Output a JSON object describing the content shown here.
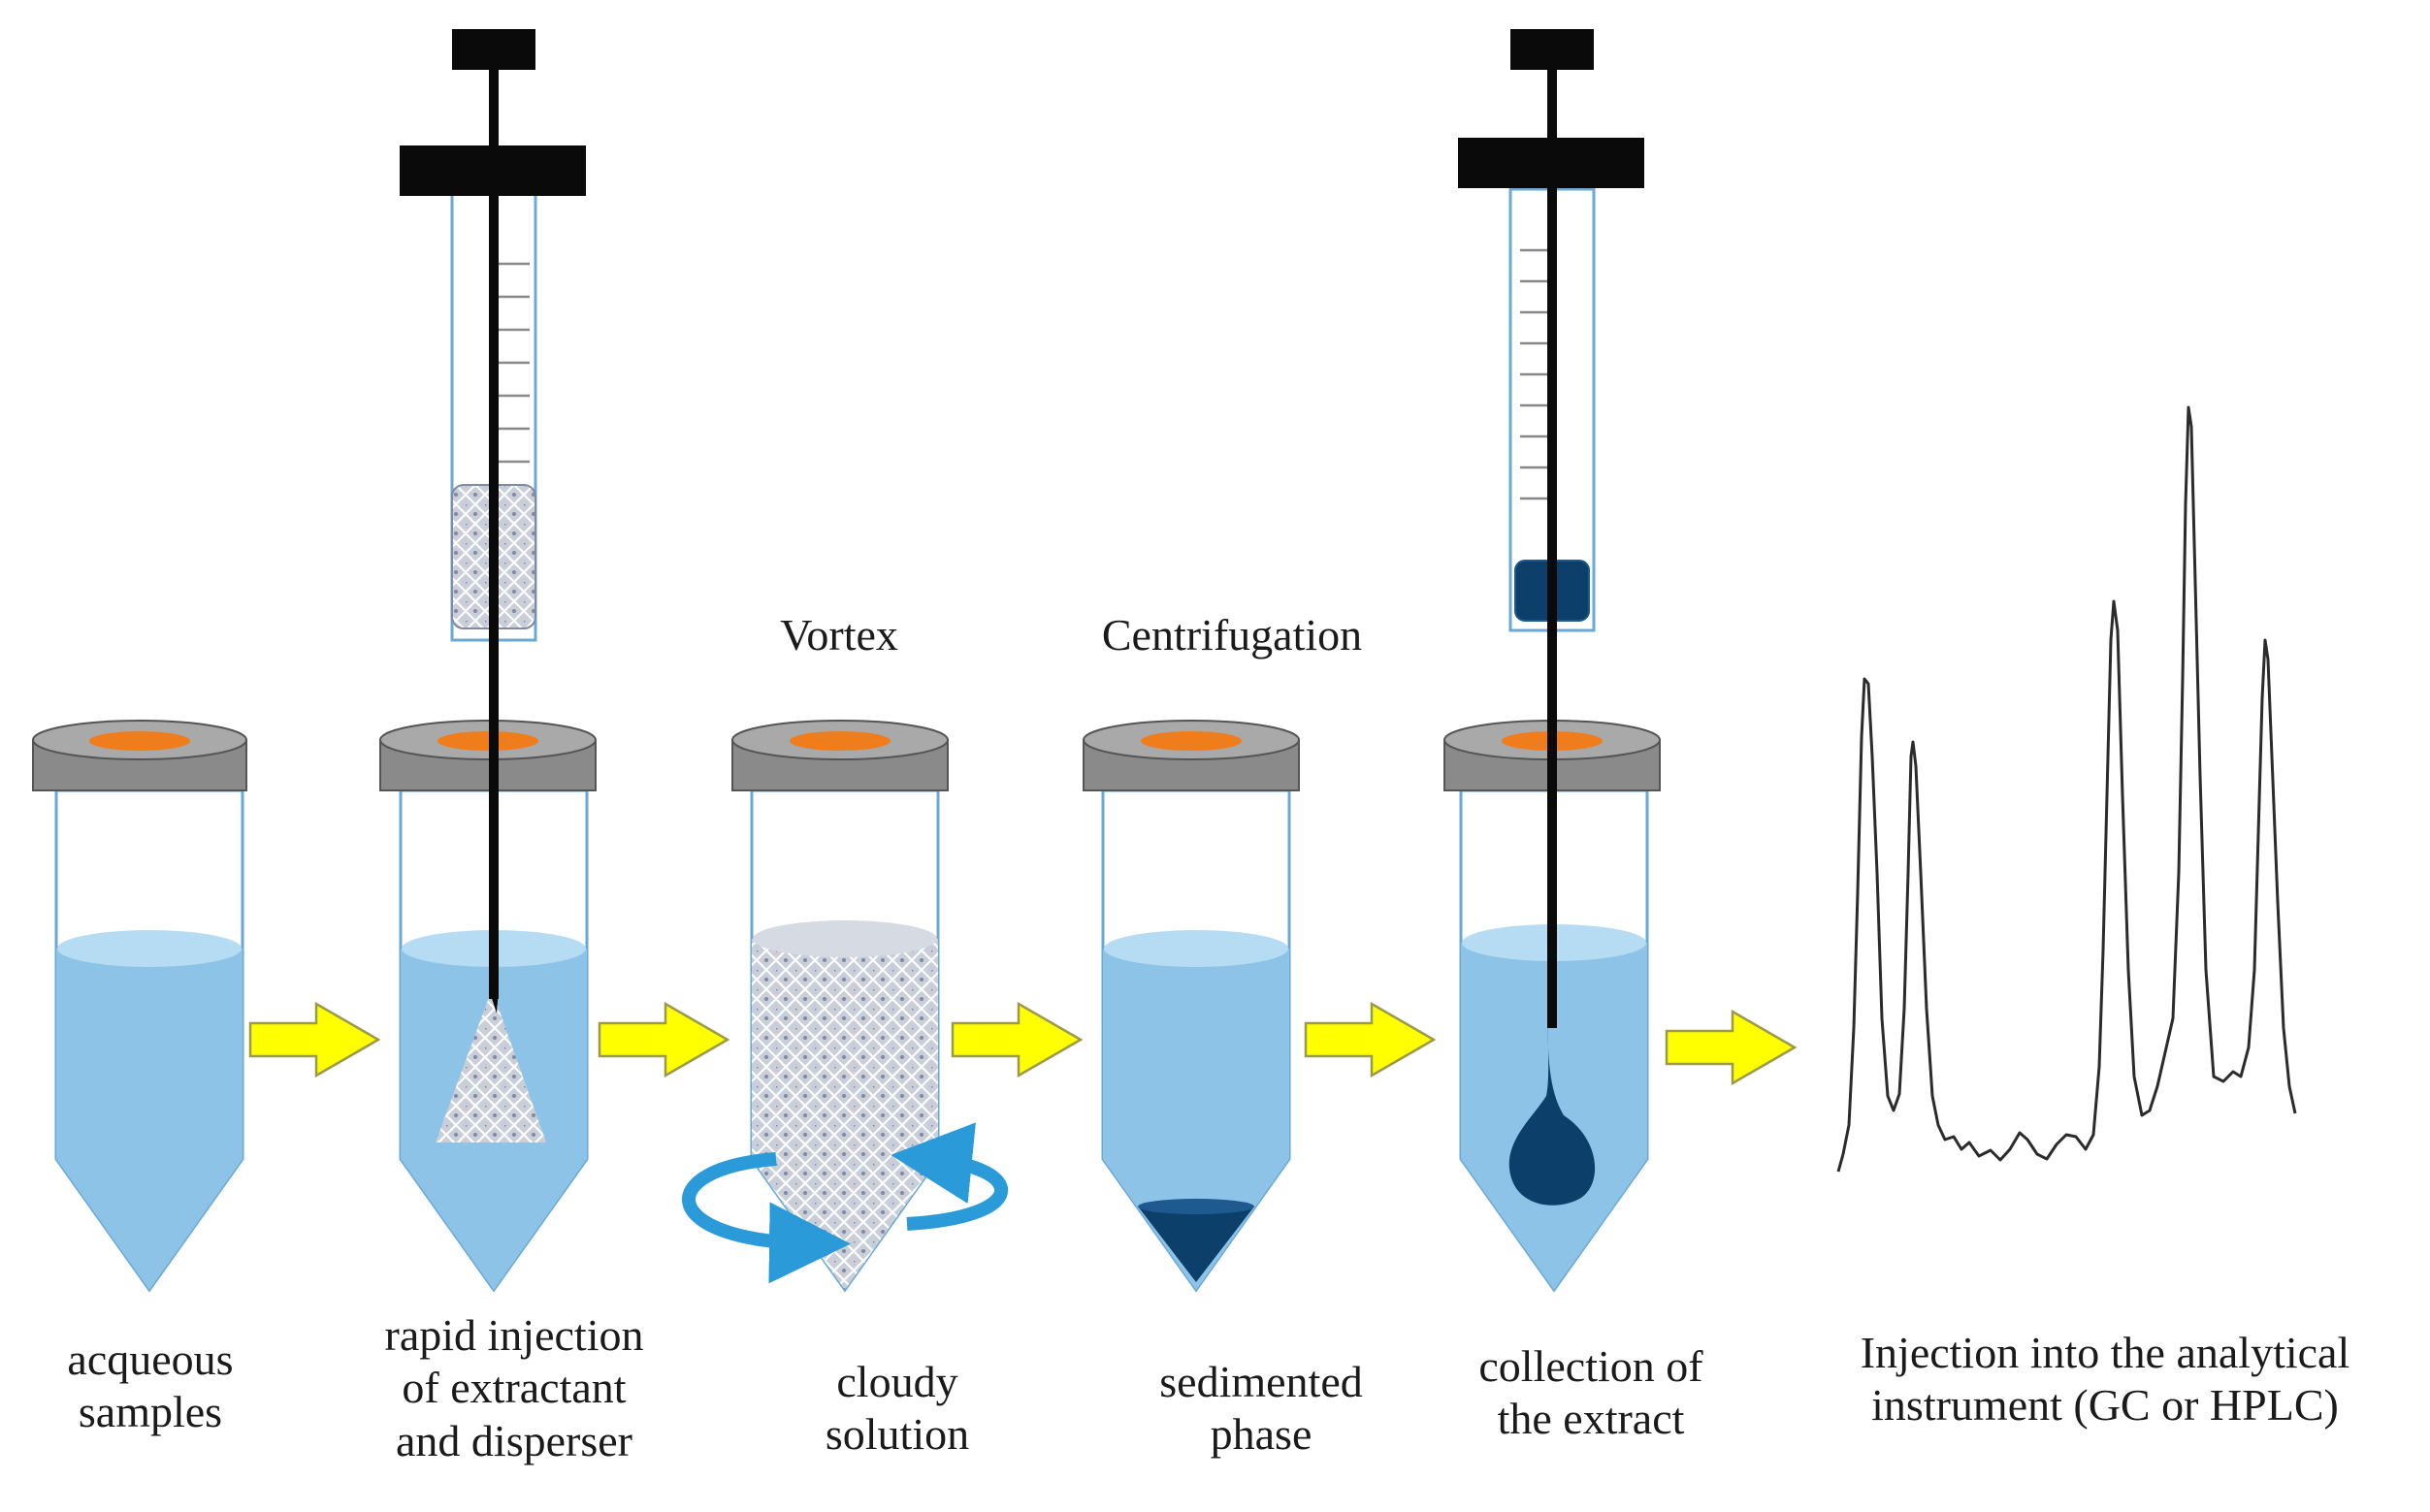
{
  "diagram": {
    "step_titles": {
      "vortex": "Vortex",
      "centrifugation": "Centrifugation"
    },
    "captions": {
      "step1": "acqueous\nsamples",
      "step2": "rapid injection\nof extractant\nand disperser",
      "step3": "cloudy\nsolution",
      "step4": "sedimented\nphase",
      "step5": "collection of\nthe extract",
      "step6": "Injection into the analytical\ninstrument (GC or HPLC)"
    }
  },
  "colors": {
    "water": "#8ec3e8",
    "water_surface": "#b6dcf4",
    "tube_border": "#6aa9d6",
    "cap_gray": "#8a8a8a",
    "cap_top": "#a9a9a9",
    "cap_dot": "#f07d1c",
    "arrow_yellow": "#ffff00",
    "arrow_border": "#9a9a4a",
    "dark_blue": "#0d3f6b",
    "syringe_black": "#0a0a0a",
    "swirl_blue": "#2a9ad8"
  }
}
